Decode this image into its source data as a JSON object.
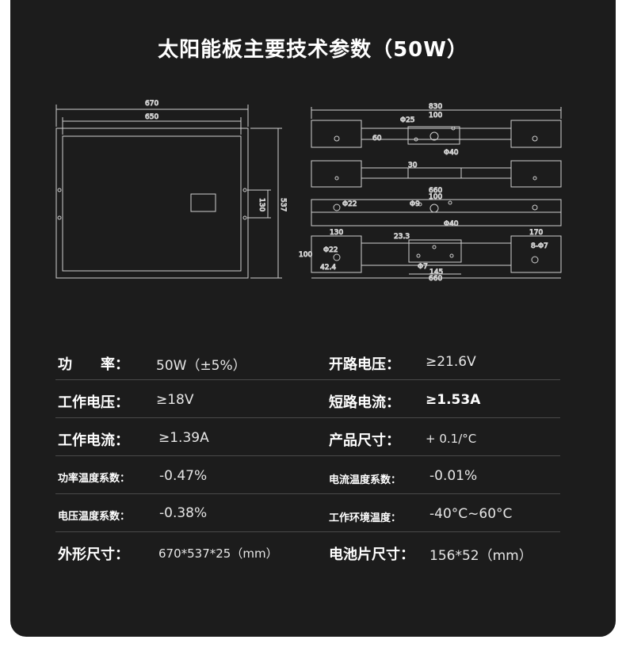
{
  "title": "太阳能板主要技术参数（50W）",
  "drawing_labels": {
    "front_width_outer": "670",
    "front_width_inner": "650",
    "front_height": "537",
    "front_mount_spacing": "130",
    "back_width": "830",
    "back_spacing_top": "100",
    "back_hole_phi25": "Φ25",
    "back_side_60": "60",
    "back_hole_phi40_top": "Φ40",
    "back_gap_30": "30",
    "back_width_660": "660",
    "back_spacing_100b": "100",
    "back_hole_phi22_a": "Φ22",
    "back_hole_phi9": "Φ9",
    "back_hole_phi40_b": "Φ40",
    "back_130": "130",
    "back_23_3": "23.3",
    "back_170": "170",
    "back_8phi7": "8-Φ7",
    "back_100_side": "100",
    "back_hole_phi22_b": "Φ22",
    "back_42_4": "42.4",
    "back_hole_phi7": "Φ7",
    "back_145": "145",
    "back_660_bottom": "660"
  },
  "specs": [
    {
      "label": "功　　率：",
      "value": "50W（±5%）",
      "label2": "开路电压：",
      "value2": "≥21.6V"
    },
    {
      "label": "工作电压：",
      "value": "≥18V",
      "label2": "短路电流：",
      "value2": "≥1.53A"
    },
    {
      "label": "工作电流：",
      "value": "≥1.39A",
      "label2": "产品尺寸：",
      "value2": "+ 0.1/°C"
    },
    {
      "label": "功率温度系数：",
      "value": "-0.47%",
      "label2": "电流温度系数：",
      "value2": "-0.01%"
    },
    {
      "label": "电压温度系数：",
      "value": "-0.38%",
      "label2": "工作环境温度：",
      "value2": "-40°C~60°C"
    },
    {
      "label": "外形尺寸：",
      "value": "670*537*25（mm）",
      "label2": "电池片尺寸：",
      "value2": "156*52（mm）"
    }
  ]
}
